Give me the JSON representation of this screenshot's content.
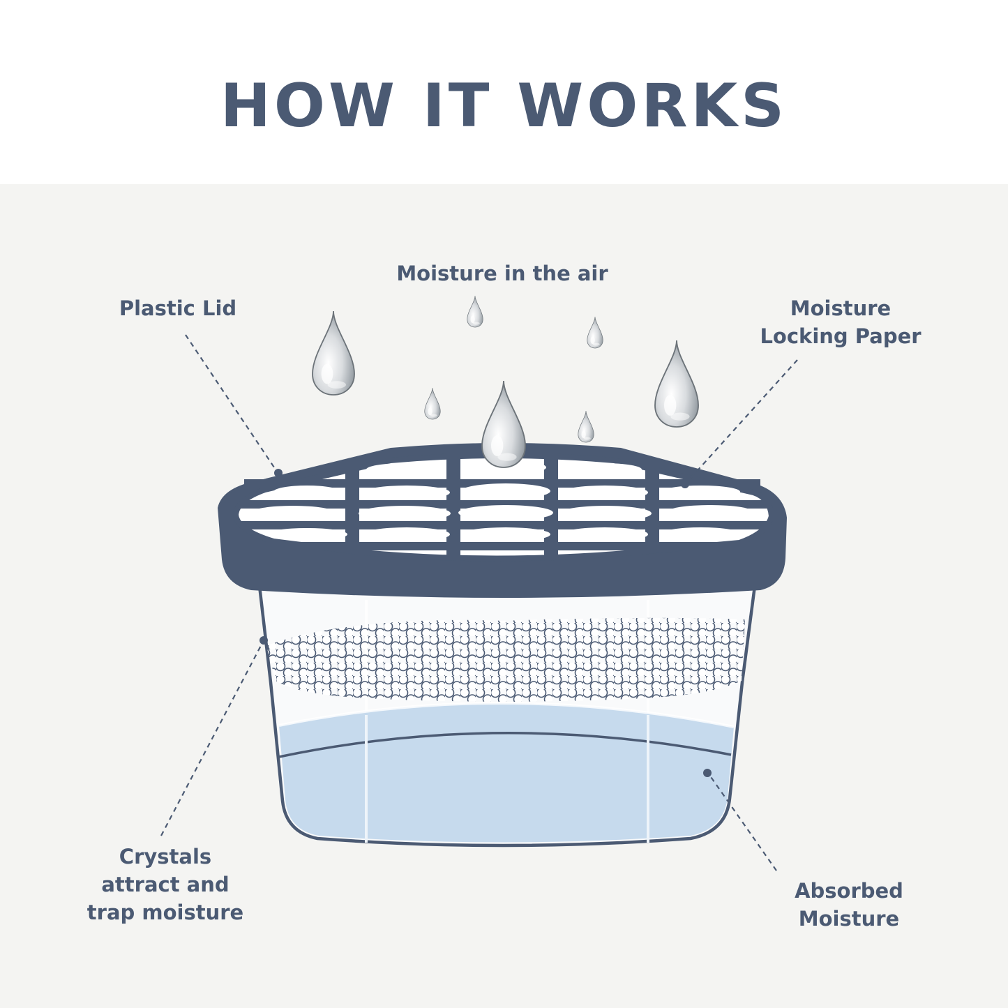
{
  "title": "HOW IT WORKS",
  "labels": {
    "moisture_air": "Moisture in the air",
    "plastic_lid": "Plastic Lid",
    "locking_paper_1": "Moisture",
    "locking_paper_2": "Locking Paper",
    "crystals_1": "Crystals",
    "crystals_2": "attract and",
    "crystals_3": "trap moisture",
    "absorbed_1": "Absorbed",
    "absorbed_2": "Moisture"
  },
  "colors": {
    "ink": "#4b5a73",
    "panel": "#f4f4f2",
    "water": "#c3d8ec",
    "beads": "#ffffff"
  }
}
